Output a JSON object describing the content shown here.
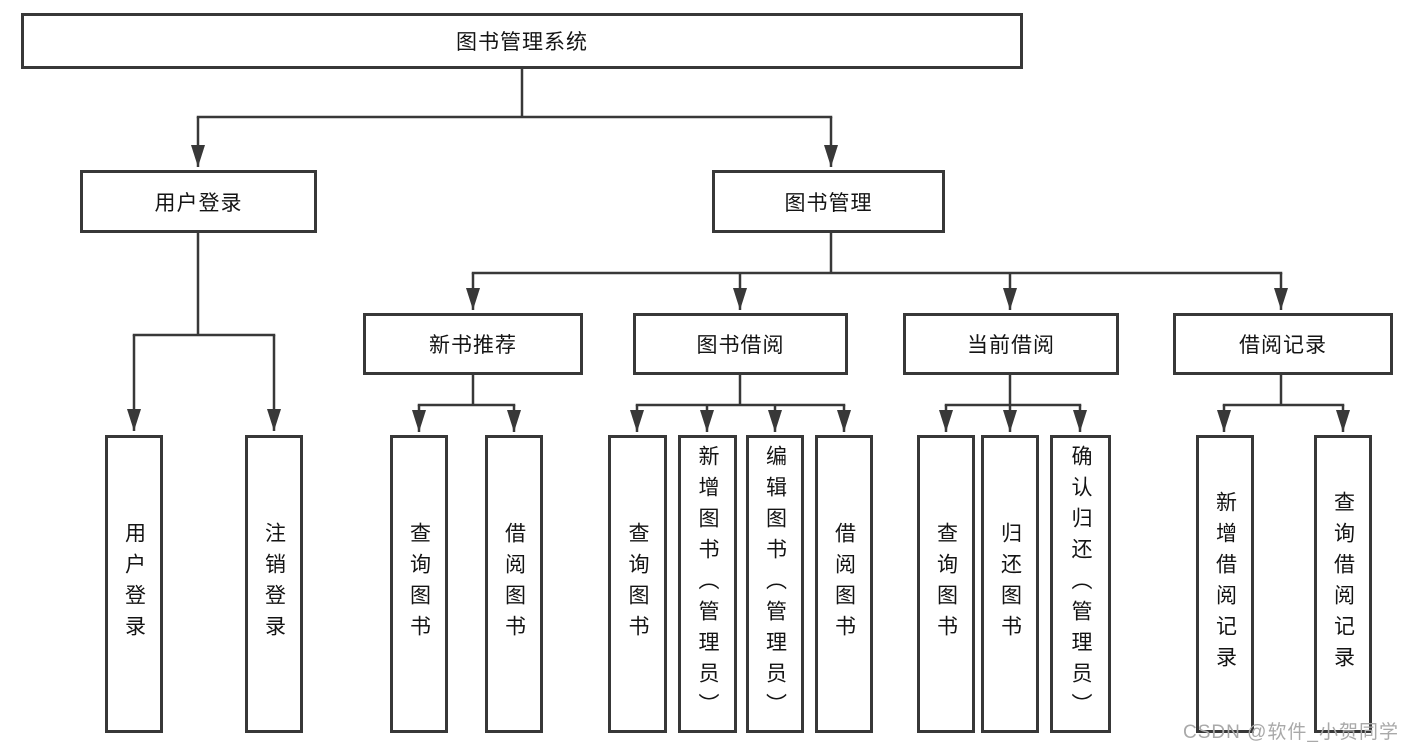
{
  "diagram": {
    "root": {
      "label": "图书管理系统"
    },
    "login": {
      "label": "用户登录",
      "children": [
        {
          "label": "用户登录"
        },
        {
          "label": "注销登录"
        }
      ]
    },
    "mgmt": {
      "label": "图书管理",
      "sections": [
        {
          "label": "新书推荐",
          "children": [
            {
              "label": "查询图书"
            },
            {
              "label": "借阅图书"
            }
          ]
        },
        {
          "label": "图书借阅",
          "children": [
            {
              "label": "查询图书"
            },
            {
              "label": "新增图书（管理员）"
            },
            {
              "label": "编辑图书（管理员）"
            },
            {
              "label": "借阅图书"
            }
          ]
        },
        {
          "label": "当前借阅",
          "children": [
            {
              "label": "查询图书"
            },
            {
              "label": "归还图书"
            },
            {
              "label": "确认归还（管理员）"
            }
          ]
        },
        {
          "label": "借阅记录",
          "children": [
            {
              "label": "新增借阅记录"
            },
            {
              "label": "查询借阅记录"
            }
          ]
        }
      ]
    }
  },
  "watermark": {
    "text": "CSDN @软件_小贺同学"
  },
  "colors": {
    "line": "#383838",
    "box_background": "#ffffff",
    "text": "#141414",
    "watermark": "#a9a9a9"
  }
}
